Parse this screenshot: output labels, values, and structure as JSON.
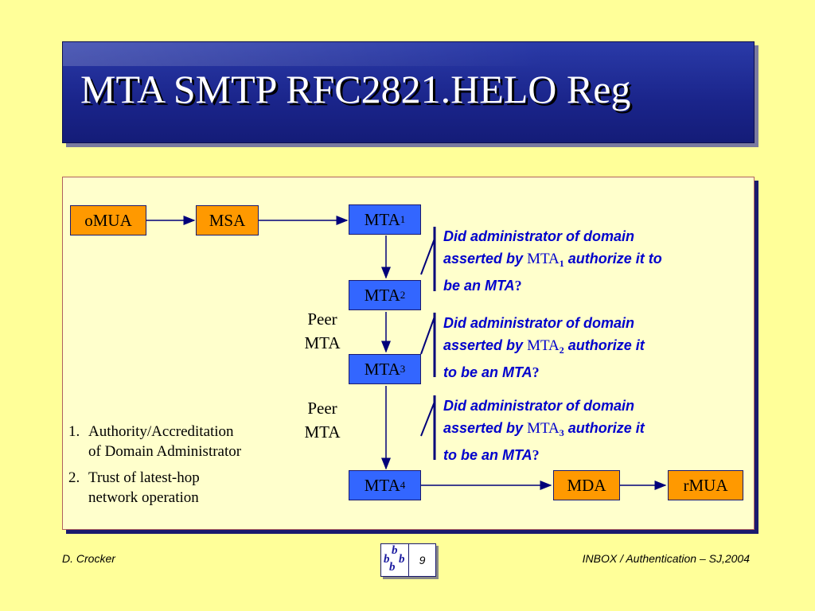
{
  "title": "MTA SMTP RFC2821.HELO Reg",
  "nodes": {
    "omua": "oMUA",
    "msa": "MSA",
    "mta": "MTA",
    "mda": "MDA",
    "rmua": "rMUA",
    "sub1": "1",
    "sub2": "2",
    "sub3": "3",
    "sub4": "4"
  },
  "peer": {
    "line1": "Peer",
    "line2": "MTA"
  },
  "questions": {
    "line1": "Did administrator of domain",
    "asserted_by": "asserted by",
    "mta": "MTA",
    "authorize_1": "authorize it to",
    "be_an_mta_1": "be an MTA",
    "authorize_2": "authorize it",
    "be_an_mta_2": "to be an MTA",
    "qmark": "?"
  },
  "list": [
    {
      "num": "1.",
      "line1": "Authority/Accreditation",
      "line2": "of Domain Administrator"
    },
    {
      "num": "2.",
      "line1": "Trust of latest-hop",
      "line2": "network operation"
    }
  ],
  "footer": {
    "left": "D. Crocker",
    "page": "9",
    "right": "INBOX / Authentication – SJ,2004",
    "logo_letter": "b"
  },
  "colors": {
    "background": "#FFFF99",
    "title_bg": "#1a248a",
    "orange_node": "#FF9900",
    "blue_node": "#3366FF",
    "question_text": "#0000CC"
  }
}
